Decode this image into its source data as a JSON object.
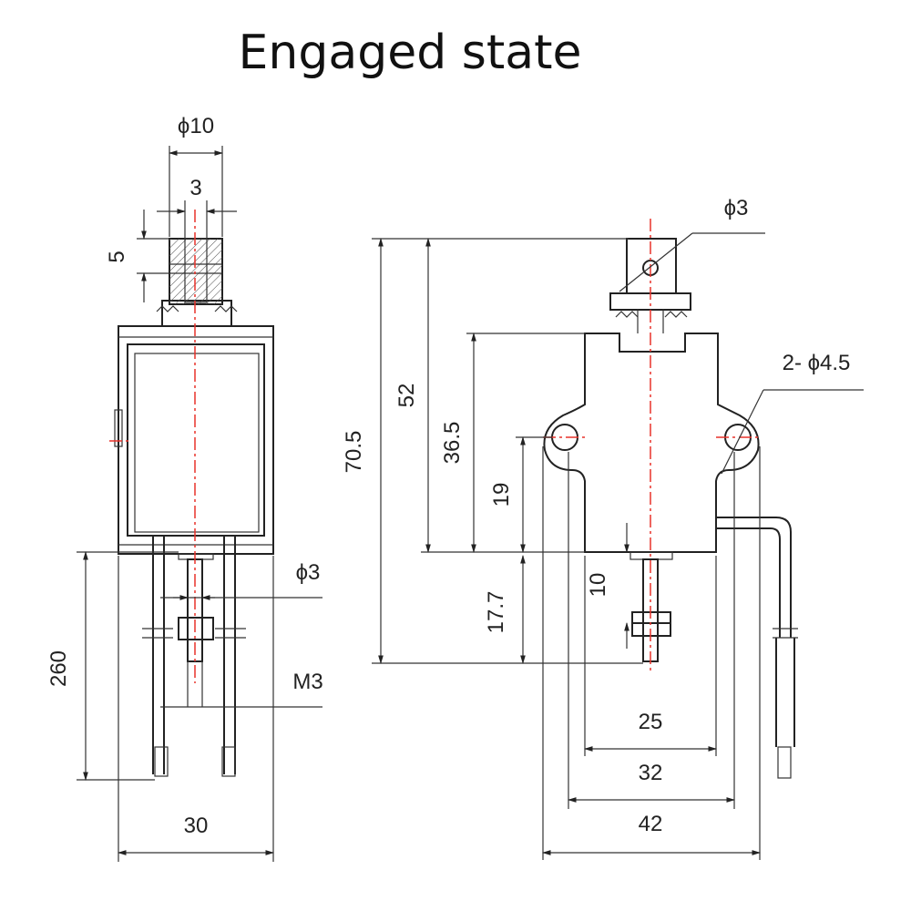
{
  "title": "Engaged state",
  "left_view": {
    "dim_phi10": "ϕ10",
    "dim_3": "3",
    "dim_5": "5",
    "dim_phi3": "ϕ3",
    "dim_M3": "M3",
    "dim_260": "260",
    "dim_30": "30"
  },
  "right_view": {
    "dim_phi3": "ϕ3",
    "dim_2phi45": "2- ϕ4.5",
    "dim_705": "70.5",
    "dim_52": "52",
    "dim_365": "36.5",
    "dim_19": "19",
    "dim_177": "17.7",
    "dim_10": "10",
    "dim_25": "25",
    "dim_32": "32",
    "dim_42": "42"
  },
  "colors": {
    "centerline": "#e8322a",
    "line": "#222222"
  }
}
